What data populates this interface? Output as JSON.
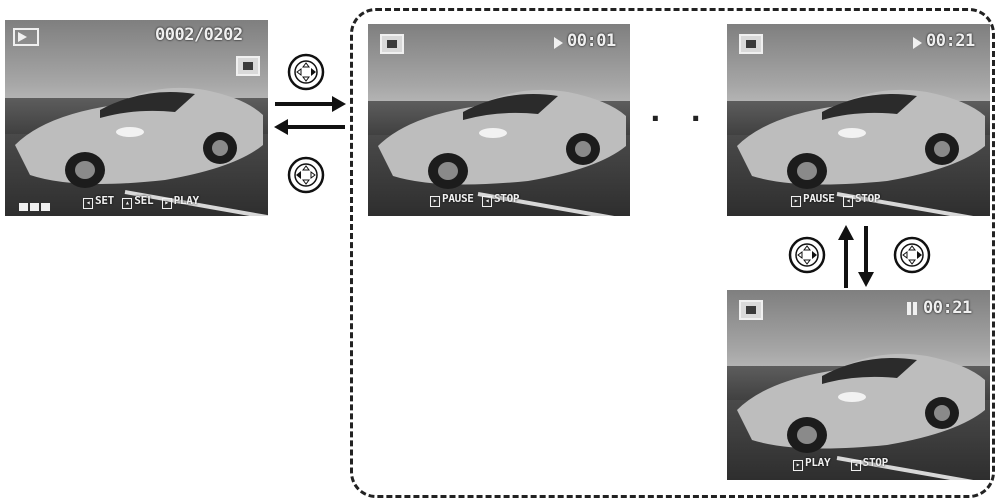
{
  "screens": {
    "browse": {
      "counter": "0002/0202",
      "hints": [
        "SET",
        "SEL",
        "PLAY"
      ]
    },
    "play_start": {
      "state_icon": "play-triangle",
      "time": "00:01",
      "hints": [
        "PAUSE",
        "STOP"
      ]
    },
    "play_end": {
      "state_icon": "play-triangle",
      "time": "00:21",
      "hints": [
        "PAUSE",
        "STOP"
      ]
    },
    "paused": {
      "state_icon": "pause-bars",
      "time": "00:21",
      "hints": [
        "PLAY",
        "STOP"
      ]
    }
  },
  "ellipsis": "· · ·",
  "colors": {
    "frame": "#222222",
    "screen_text": "#f0f0f0"
  }
}
